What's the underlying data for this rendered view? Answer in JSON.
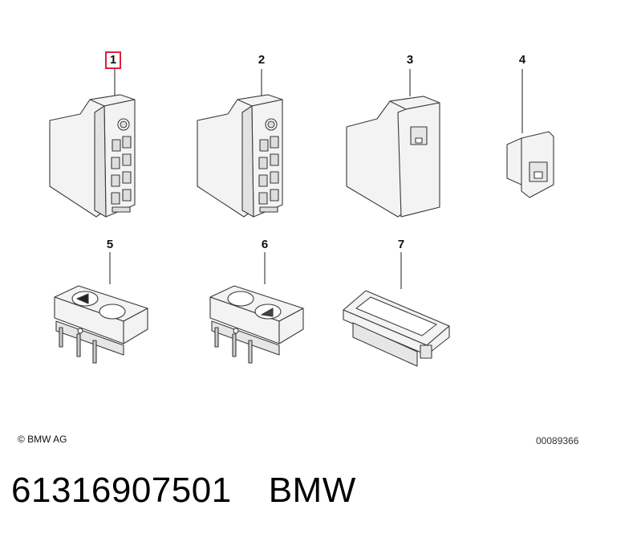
{
  "callouts": [
    {
      "label": "1",
      "selected": true
    },
    {
      "label": "2",
      "selected": false
    },
    {
      "label": "3",
      "selected": false
    },
    {
      "label": "4",
      "selected": false
    },
    {
      "label": "5",
      "selected": false
    },
    {
      "label": "6",
      "selected": false
    },
    {
      "label": "7",
      "selected": false
    }
  ],
  "footer": {
    "copyright": "© BMW AG",
    "image_code": "00089366"
  },
  "part": {
    "number": "61316907501",
    "brand": "BMW"
  },
  "colors": {
    "selected_highlight": "#e0203a",
    "line": "#333333",
    "fill": "#f2f2f2"
  }
}
